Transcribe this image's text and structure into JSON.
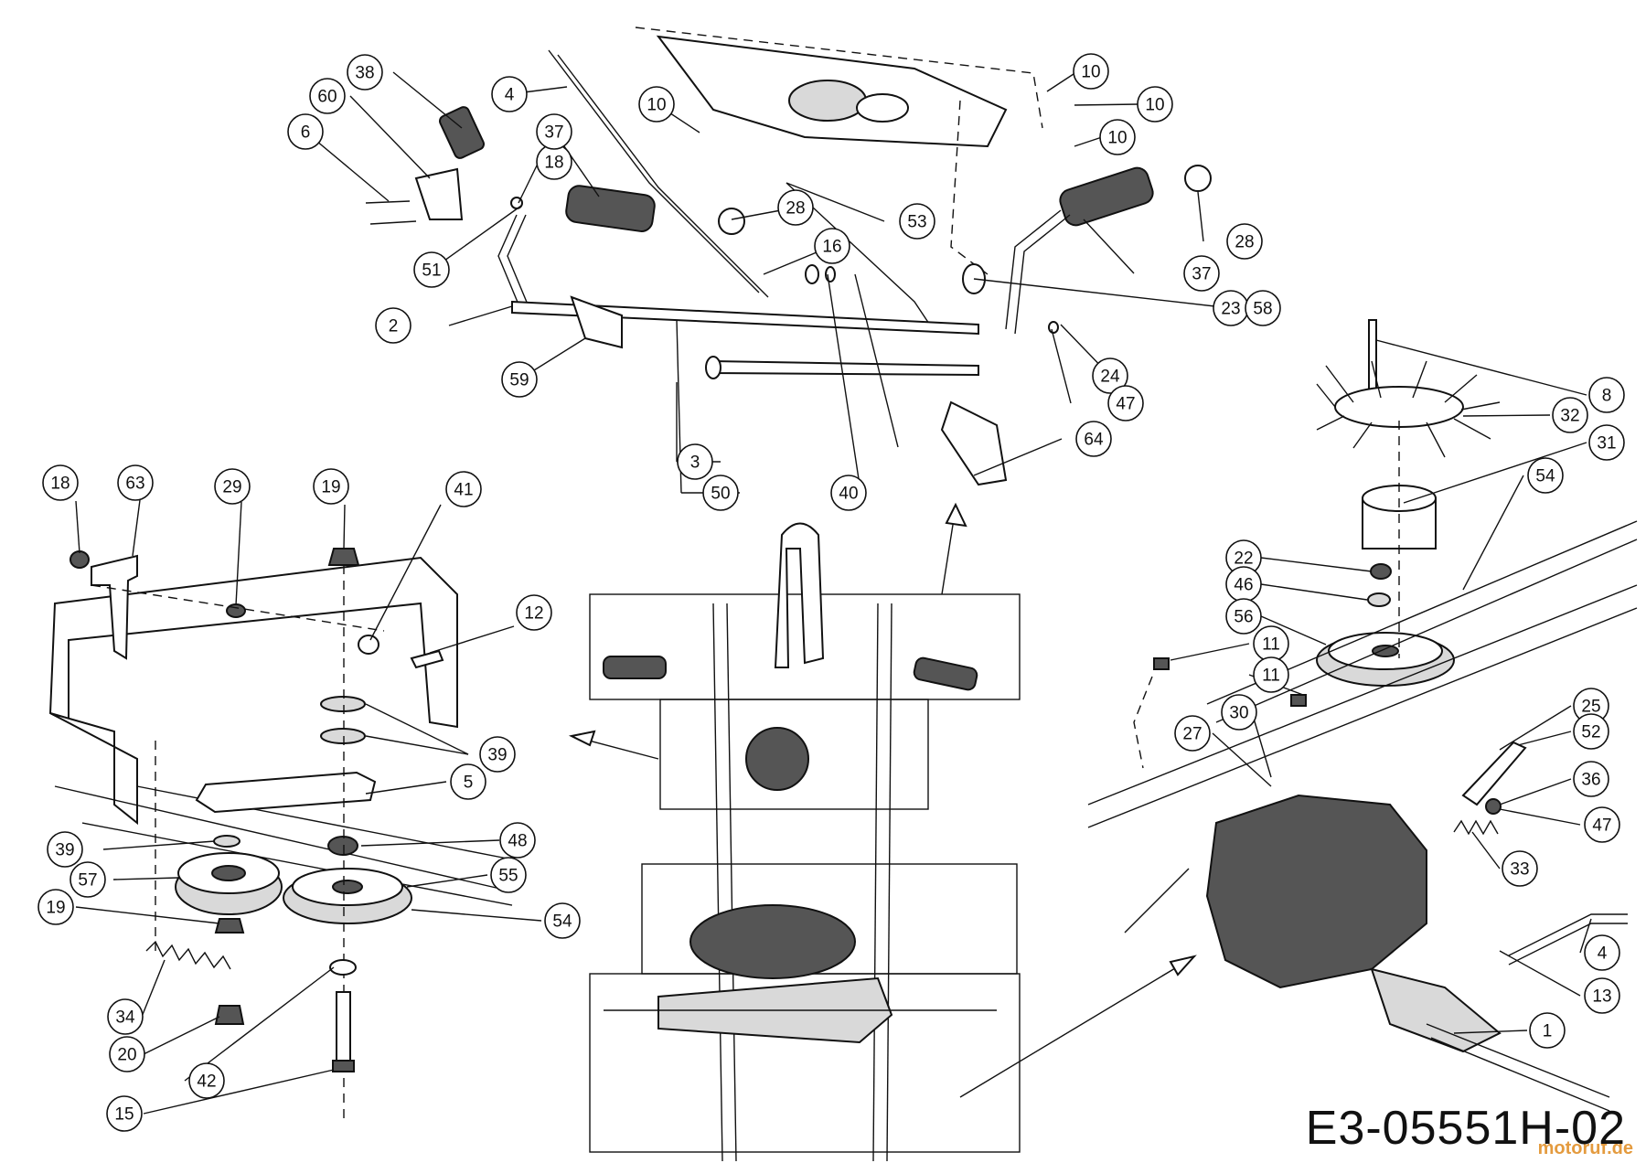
{
  "document": {
    "code": "E3-05551H-02",
    "watermark": "motoruf.de"
  },
  "callouts": [
    "2",
    "3",
    "4",
    "6",
    "10",
    "10",
    "10",
    "10",
    "16",
    "18",
    "23",
    "24",
    "28",
    "28",
    "37",
    "37",
    "38",
    "40",
    "47",
    "50",
    "51",
    "53",
    "58",
    "59",
    "60",
    "64",
    "18",
    "63",
    "29",
    "19",
    "41",
    "12",
    "39",
    "5",
    "48",
    "39",
    "57",
    "55",
    "54",
    "19",
    "34",
    "20",
    "42",
    "15",
    "8",
    "32",
    "31",
    "54",
    "22",
    "46",
    "56",
    "11",
    "11",
    "30",
    "27",
    "25",
    "52",
    "36",
    "47",
    "33",
    "4",
    "13",
    "1"
  ]
}
